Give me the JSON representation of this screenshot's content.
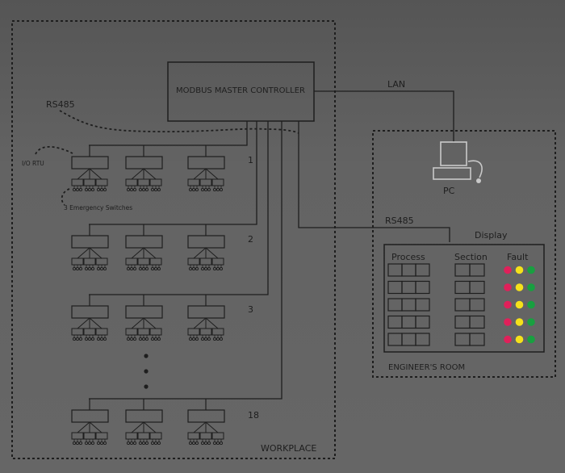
{
  "diagram": {
    "controller_label": "MODBUS MASTER CONTROLLER",
    "workplace_label": "WORKPLACE",
    "engineers_room_label": "ENGINEER'S ROOM",
    "rs485_top_label": "RS485",
    "rs485_room_label": "RS485",
    "lan_label": "LAN",
    "pc_label": "PC",
    "io_rtu_label": "I/O RTU",
    "switches_label": "3 Emergency Switches",
    "display_label": "Display",
    "groups": [
      {
        "number": "1"
      },
      {
        "number": "2"
      },
      {
        "number": "3"
      },
      {
        "number": "18"
      }
    ],
    "rtus_per_group": 3,
    "modules_per_rtu": 3,
    "switches_per_module": 3,
    "display": {
      "columns": [
        "Process",
        "Section",
        "Fault"
      ],
      "rows": 5,
      "process_cells": 3,
      "section_cells": 2,
      "fault_colors": [
        "#e0205a",
        "#f5e11a",
        "#18a040"
      ]
    }
  }
}
